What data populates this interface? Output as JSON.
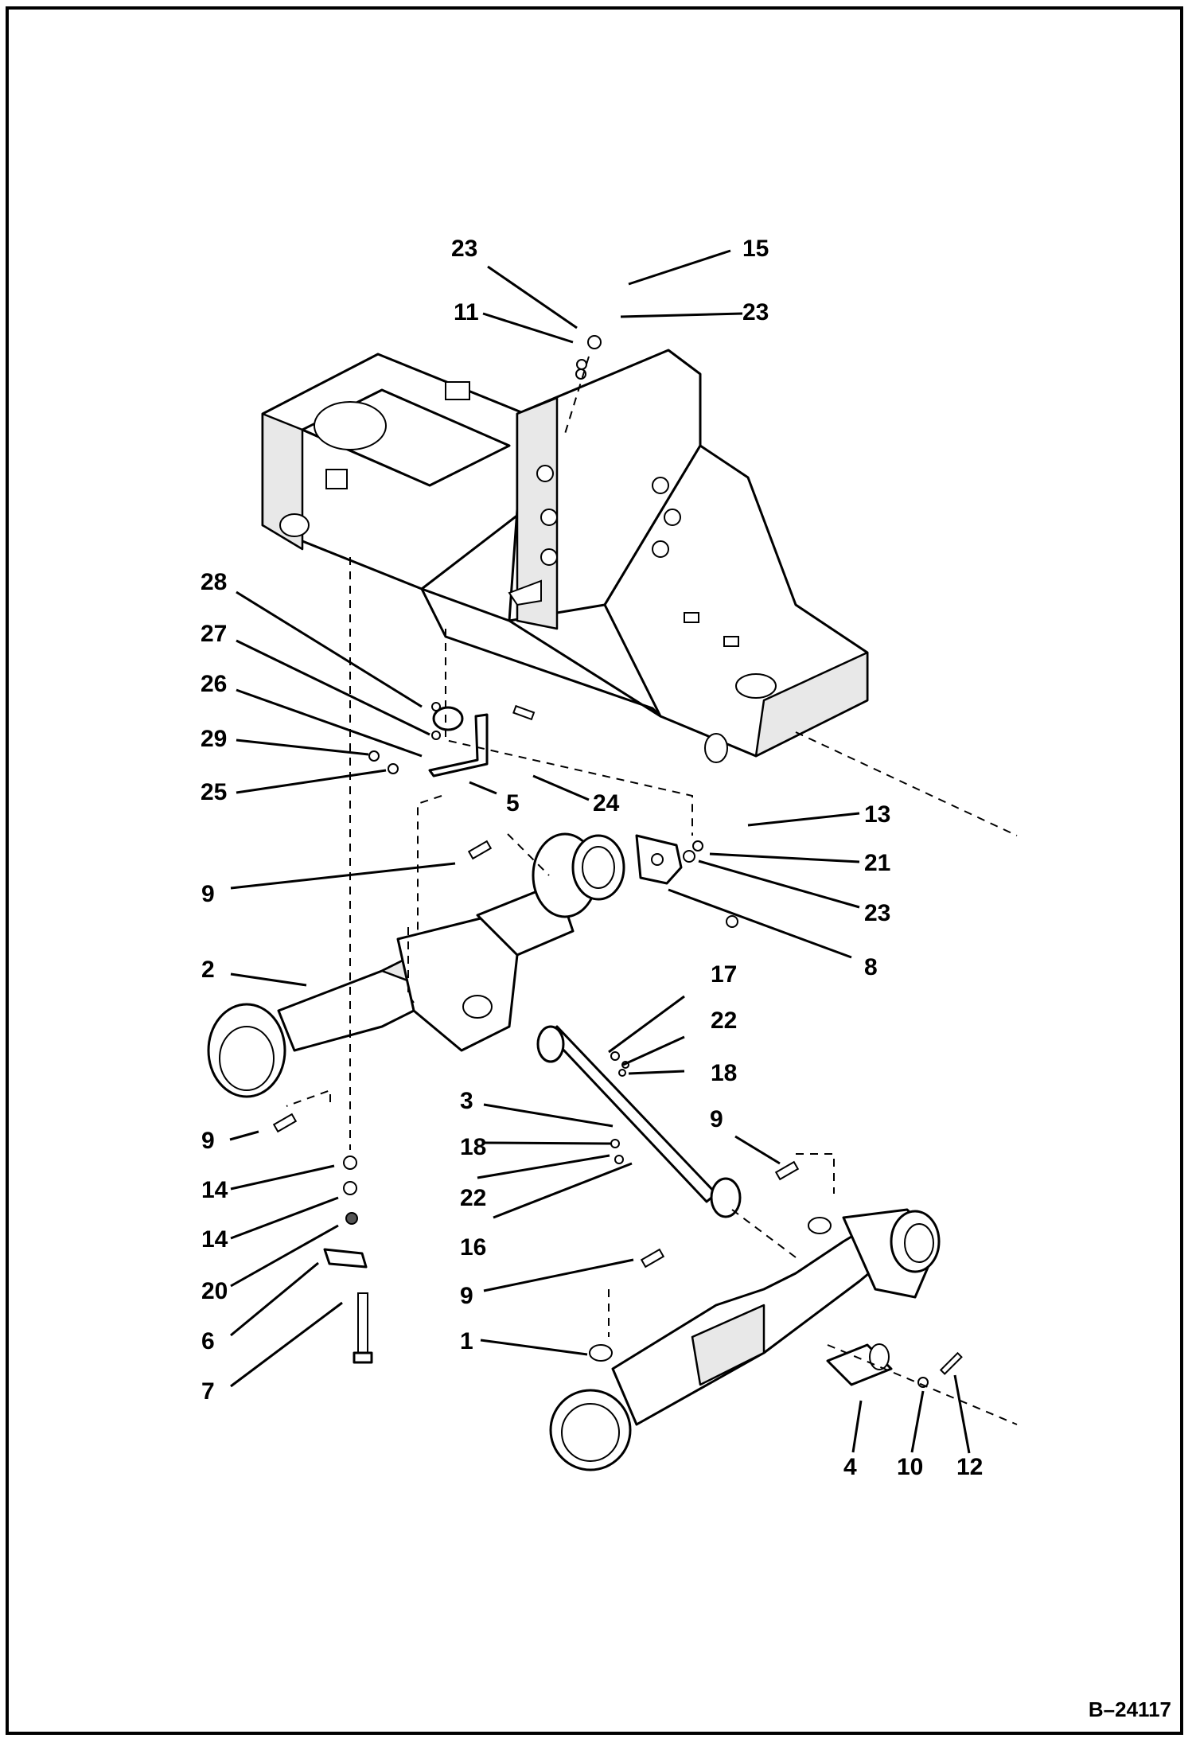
{
  "drawing": {
    "reference_number": "B–24117"
  },
  "callouts": [
    {
      "id": "c-23a",
      "label": "23"
    },
    {
      "id": "c-15",
      "label": "15"
    },
    {
      "id": "c-11",
      "label": "11"
    },
    {
      "id": "c-23b",
      "label": "23"
    },
    {
      "id": "c-28",
      "label": "28"
    },
    {
      "id": "c-27",
      "label": "27"
    },
    {
      "id": "c-26",
      "label": "26"
    },
    {
      "id": "c-29",
      "label": "29"
    },
    {
      "id": "c-25",
      "label": "25"
    },
    {
      "id": "c-5",
      "label": "5"
    },
    {
      "id": "c-24",
      "label": "24"
    },
    {
      "id": "c-13",
      "label": "13"
    },
    {
      "id": "c-21",
      "label": "21"
    },
    {
      "id": "c-23c",
      "label": "23"
    },
    {
      "id": "c-8",
      "label": "8"
    },
    {
      "id": "c-9a",
      "label": "9"
    },
    {
      "id": "c-2",
      "label": "2"
    },
    {
      "id": "c-17",
      "label": "17"
    },
    {
      "id": "c-22a",
      "label": "22"
    },
    {
      "id": "c-18a",
      "label": "18"
    },
    {
      "id": "c-3",
      "label": "3"
    },
    {
      "id": "c-9b",
      "label": "9"
    },
    {
      "id": "c-9c",
      "label": "9"
    },
    {
      "id": "c-18b",
      "label": "18"
    },
    {
      "id": "c-14a",
      "label": "14"
    },
    {
      "id": "c-22b",
      "label": "22"
    },
    {
      "id": "c-14b",
      "label": "14"
    },
    {
      "id": "c-16",
      "label": "16"
    },
    {
      "id": "c-20",
      "label": "20"
    },
    {
      "id": "c-9d",
      "label": "9"
    },
    {
      "id": "c-6",
      "label": "6"
    },
    {
      "id": "c-1",
      "label": "1"
    },
    {
      "id": "c-7",
      "label": "7"
    },
    {
      "id": "c-4",
      "label": "4"
    },
    {
      "id": "c-10",
      "label": "10"
    },
    {
      "id": "c-12",
      "label": "12"
    }
  ]
}
